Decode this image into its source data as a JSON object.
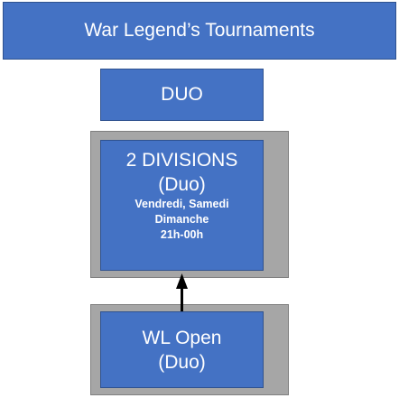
{
  "header": {
    "title": "War Legend’s Tournaments"
  },
  "mode_box": {
    "label": "DUO"
  },
  "divisions": {
    "title": "2 DIVISIONS",
    "subtitle": "(Duo)",
    "days_line1": "Vendredi, Samedi",
    "days_line2": "Dimanche",
    "time": "21h-00h"
  },
  "open_box": {
    "title": "WL Open",
    "subtitle": "(Duo)"
  },
  "colors": {
    "box_fill": "#4472c4",
    "box_border": "#2f528f",
    "group_fill": "#a6a6a6",
    "arrow": "#000000"
  }
}
